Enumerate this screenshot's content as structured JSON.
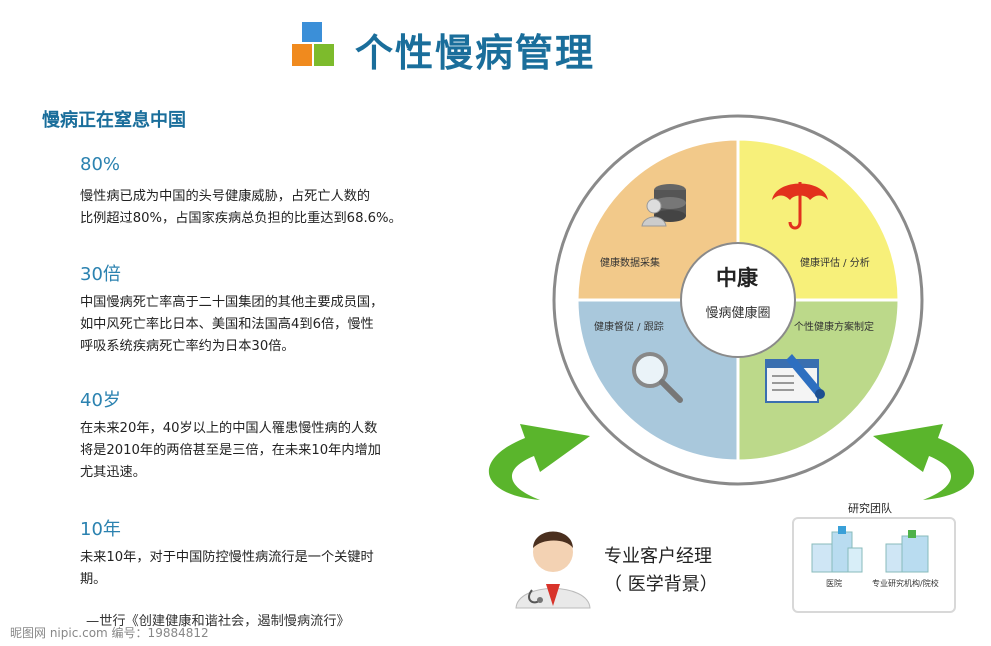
{
  "header": {
    "title": "个性慢病管理"
  },
  "section": {
    "heading": "慢病正在窒息中国"
  },
  "stats": [
    {
      "value": "80%",
      "lines": [
        "慢性病已成为中国的头号健康威胁，占死亡人数的",
        "比例超过80%，占国家疾病总负担的比重达到68.6%。"
      ]
    },
    {
      "value": "30倍",
      "lines": [
        "中国慢病死亡率高于二十国集团的其他主要成员国，",
        "如中风死亡率比日本、美国和法国高4到6倍，慢性",
        "呼吸系统疾病死亡率约为日本30倍。"
      ]
    },
    {
      "value": "40岁",
      "lines": [
        "在未来20年，40岁以上的中国人罹患慢性病的人数",
        "将是2010年的两倍甚至是三倍，在未来10年内增加",
        "尤其迅速。"
      ]
    },
    {
      "value": "10年",
      "lines": [
        "未来10年，对于中国防控慢性病流行是一个关键时",
        "期。"
      ]
    }
  ],
  "quote": "—世行《创建健康和谐社会，遏制慢病流行》",
  "watermark": "昵图网 nipic.com   编号：19884812",
  "wheel": {
    "center_title": "中康",
    "center_sub": "慢病健康圈",
    "quadrants": [
      {
        "label": "健康数据采集",
        "color": "#f2c98a",
        "icon": "database-user-icon"
      },
      {
        "label": "健康评估 / 分析",
        "color": "#f7f07a",
        "icon": "umbrella-icon"
      },
      {
        "label": "健康督促 / 跟踪",
        "color": "#a9c8dc",
        "icon": "magnifier-icon"
      },
      {
        "label": "个性健康方案制定",
        "color": "#bcd98a",
        "icon": "tools-icon"
      }
    ],
    "arrow_color": "#5ab52c"
  },
  "manager": {
    "label": "专业客户经理",
    "sub": "（ 医学背景）",
    "icon": "doctor-icon"
  },
  "team": {
    "title": "研究团队",
    "items": [
      {
        "label": "医院",
        "icon": "hospital-icon"
      },
      {
        "label": "专业研究机构/院校",
        "icon": "institute-icon"
      }
    ]
  }
}
